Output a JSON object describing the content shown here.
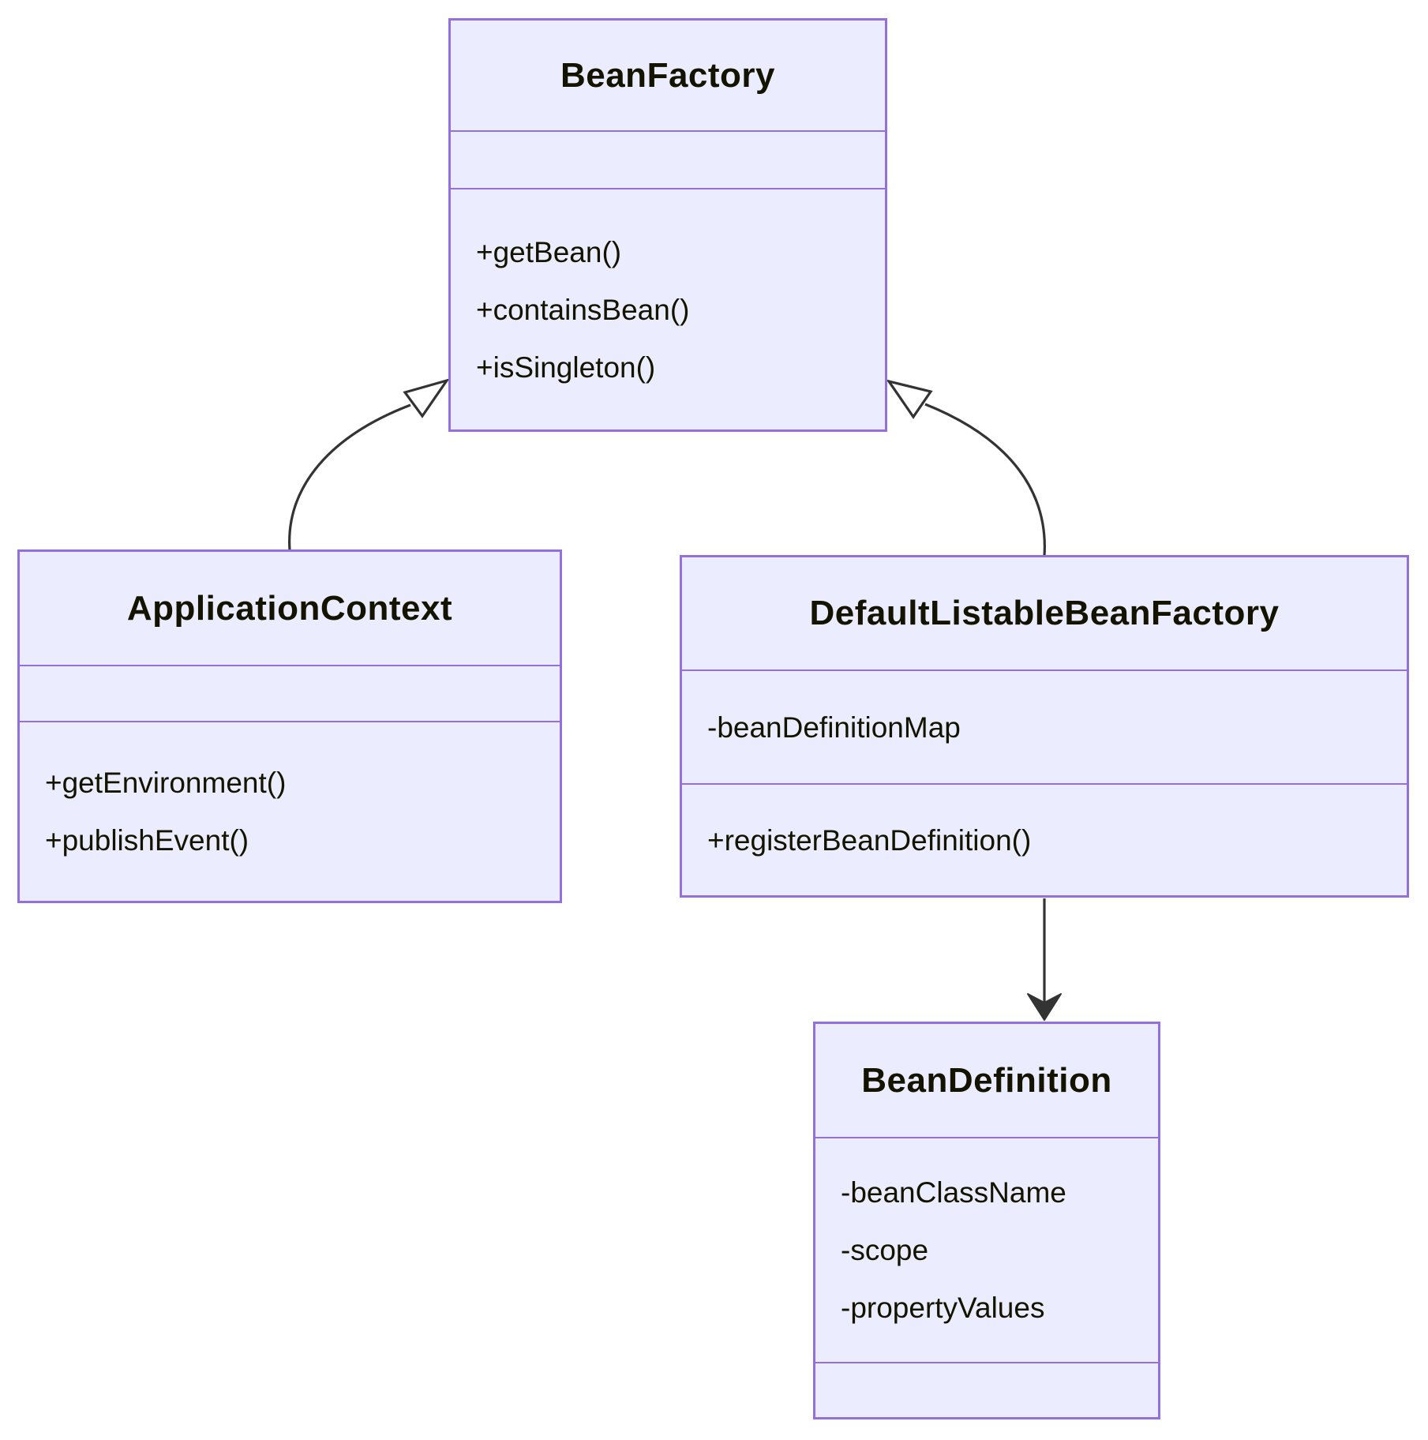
{
  "diagram": {
    "kind": "uml-class-diagram",
    "classes": [
      {
        "name": "BeanFactory",
        "title": "BeanFactory",
        "attributes": [],
        "methods": [
          "+getBean()",
          "+containsBean()",
          "+isSingleton()"
        ]
      },
      {
        "name": "ApplicationContext",
        "title": "ApplicationContext",
        "attributes": [],
        "methods": [
          "+getEnvironment()",
          "+publishEvent()"
        ]
      },
      {
        "name": "DefaultListableBeanFactory",
        "title": "DefaultListableBeanFactory",
        "attributes": [
          "-beanDefinitionMap"
        ],
        "methods": [
          "+registerBeanDefinition()"
        ]
      },
      {
        "name": "BeanDefinition",
        "title": "BeanDefinition",
        "attributes": [
          "-beanClassName",
          "-scope",
          "-propertyValues"
        ],
        "methods": []
      }
    ],
    "relationships": [
      {
        "from": "ApplicationContext",
        "to": "BeanFactory",
        "type": "inheritance",
        "arrowhead": "hollow-triangle"
      },
      {
        "from": "DefaultListableBeanFactory",
        "to": "BeanFactory",
        "type": "inheritance",
        "arrowhead": "hollow-triangle"
      },
      {
        "from": "DefaultListableBeanFactory",
        "to": "BeanDefinition",
        "type": "association",
        "arrowhead": "filled-v"
      }
    ],
    "colors": {
      "class_fill": "#ECECFF",
      "class_border": "#9370DB",
      "edge_line": "#333333",
      "text": "#131300",
      "background": "#FFFFFF"
    }
  }
}
